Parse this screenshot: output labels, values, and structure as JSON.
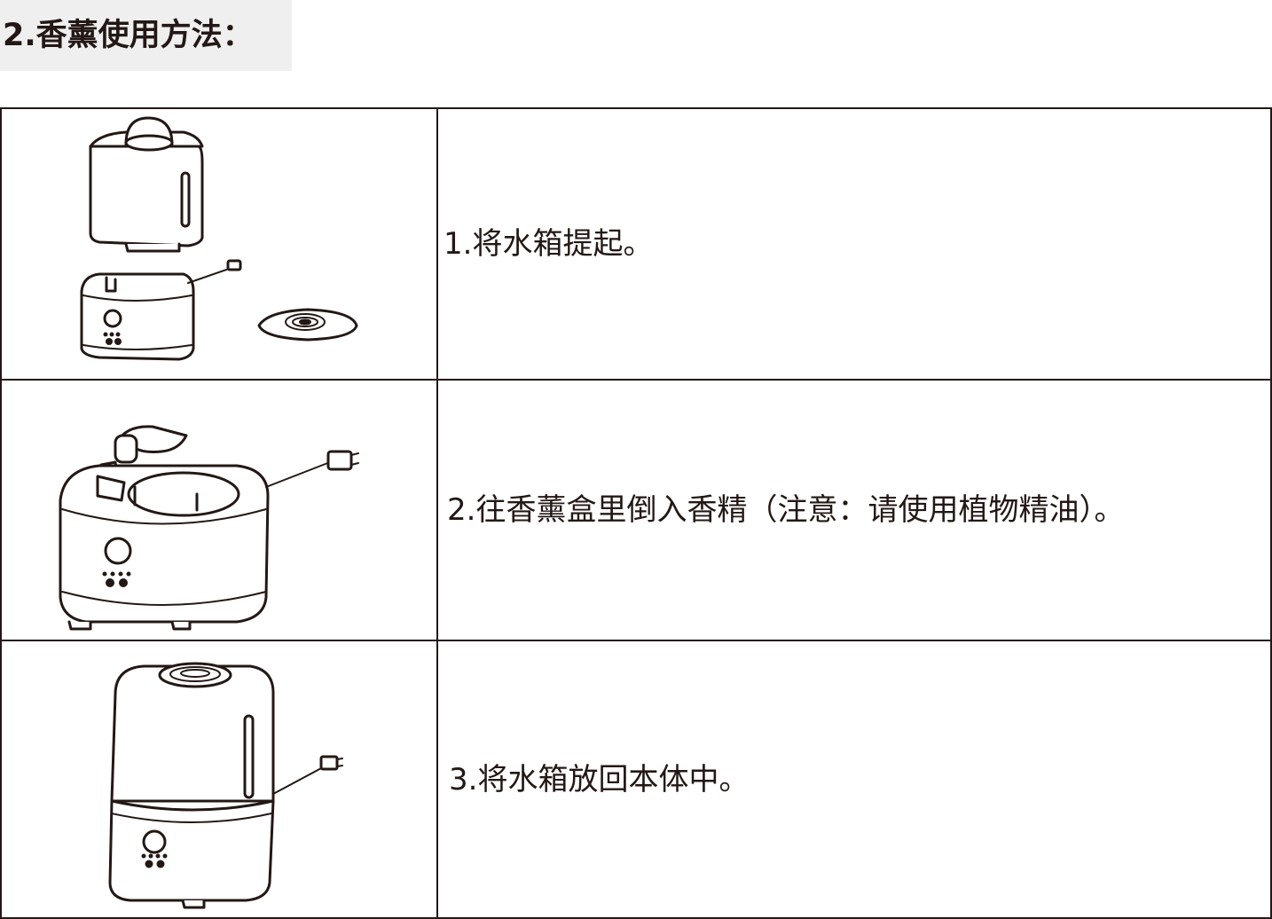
{
  "section": {
    "title": "2.香薰使用方法："
  },
  "steps": [
    {
      "image_icon": "humidifier-lift-tank-icon",
      "text": "1.将水箱提起。"
    },
    {
      "image_icon": "humidifier-add-essence-icon",
      "text": "2.往香薰盒里倒入香精（注意：请使用植物精油）。"
    },
    {
      "image_icon": "humidifier-assembled-icon",
      "text": "3.将水箱放回本体中。"
    }
  ],
  "colors": {
    "line": "#231815",
    "heading_bg": "#efefef"
  }
}
